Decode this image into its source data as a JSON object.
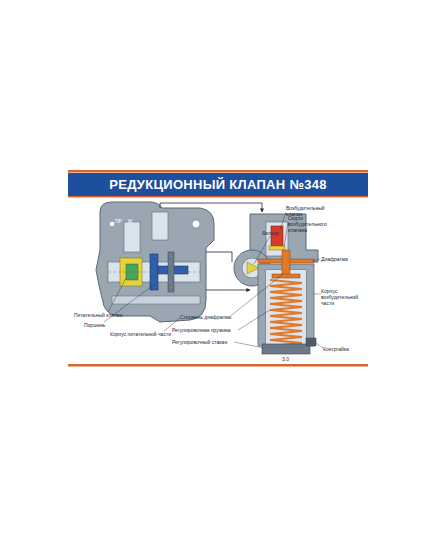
{
  "diagram": {
    "title": "РЕДУКЦИОННЫЙ КЛАПАН №348",
    "labels": [
      "ПР",
      "М",
      "Возбудительный клапан",
      "Седло возбудительного клапана",
      "Фильтр",
      "Диафрагма",
      "Корпус возбудительной части",
      "Питательный клапан",
      "Поршень",
      "Корпус питательной части",
      "Стержень диафрагмы",
      "Регулировочная пружина",
      "Регулировочный стакан",
      "Контргайка",
      "3.0"
    ]
  }
}
